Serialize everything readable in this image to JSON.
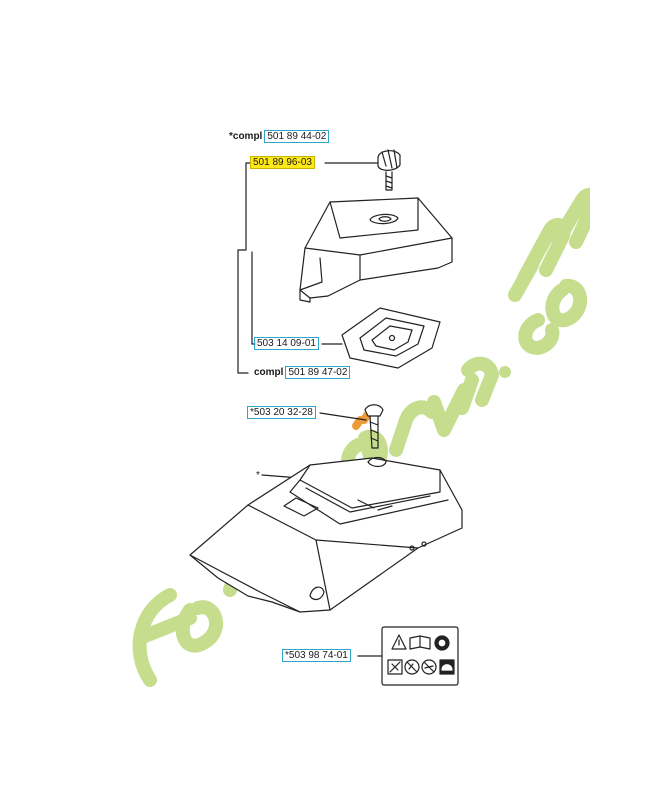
{
  "watermark": {
    "text": "foretgrun.com",
    "color": "#c6dd8e",
    "accent": "#ee9a36"
  },
  "colors": {
    "part_box": "#2fa6c9",
    "highlight": "#ffe818",
    "line": "#222222"
  },
  "labels": {
    "compl_top": {
      "prefix": "*compl",
      "number": "501 89 44-02"
    },
    "knob": {
      "number": "501 89 96-03",
      "highlighted": true
    },
    "washer": {
      "number": "503 14 09-01"
    },
    "compl_mid": {
      "prefix": "compl",
      "number": "501 89 47-02"
    },
    "screw": {
      "number": "*503 20 32-28"
    },
    "cover_star": {
      "text": "*"
    },
    "decal": {
      "number": "*503 98 74-01"
    }
  },
  "decal_icons": [
    "warning-triangle-icon",
    "manual-book-icon",
    "ear-protection-icon",
    "no-one-hand-icon",
    "no-kickback-icon",
    "no-smoking-icon",
    "helmet-icon"
  ]
}
